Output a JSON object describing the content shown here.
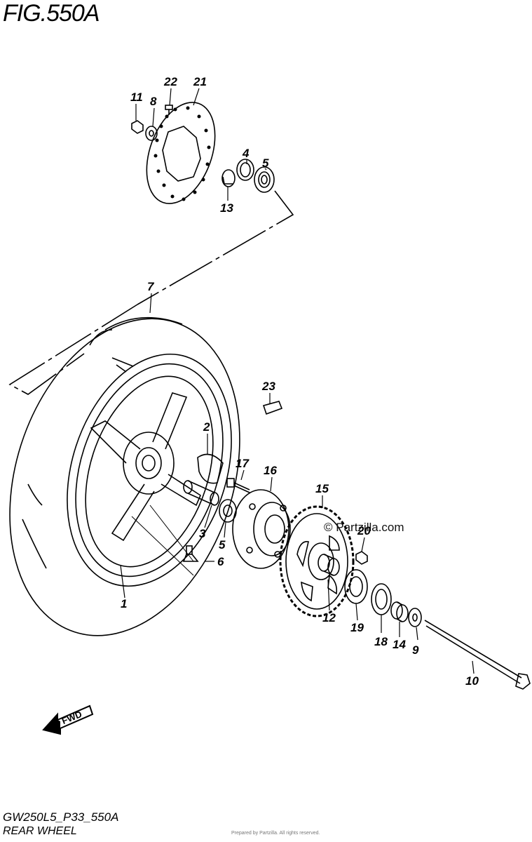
{
  "figure": {
    "title": "FIG.550A"
  },
  "watermark": "© Partzilla.com",
  "footer": {
    "model_code": "GW250L5_P33_550A",
    "caption": "REAR WHEEL",
    "note": "Prepared by Partzilla. All rights reserved."
  },
  "fwd_label": "FWD",
  "callouts": [
    {
      "id": "c1",
      "label": "1"
    },
    {
      "id": "c2",
      "label": "2"
    },
    {
      "id": "c3",
      "label": "3"
    },
    {
      "id": "c4",
      "label": "4"
    },
    {
      "id": "c5a",
      "label": "5"
    },
    {
      "id": "c5b",
      "label": "5"
    },
    {
      "id": "c6",
      "label": "6"
    },
    {
      "id": "c7",
      "label": "7"
    },
    {
      "id": "c8",
      "label": "8"
    },
    {
      "id": "c9",
      "label": "9"
    },
    {
      "id": "c10",
      "label": "10"
    },
    {
      "id": "c11",
      "label": "11"
    },
    {
      "id": "c12",
      "label": "12"
    },
    {
      "id": "c13",
      "label": "13"
    },
    {
      "id": "c14",
      "label": "14"
    },
    {
      "id": "c15",
      "label": "15"
    },
    {
      "id": "c16",
      "label": "16"
    },
    {
      "id": "c17",
      "label": "17"
    },
    {
      "id": "c18",
      "label": "18"
    },
    {
      "id": "c19",
      "label": "19"
    },
    {
      "id": "c20",
      "label": "20"
    },
    {
      "id": "c21",
      "label": "21"
    },
    {
      "id": "c22",
      "label": "22"
    },
    {
      "id": "c23",
      "label": "23"
    }
  ]
}
